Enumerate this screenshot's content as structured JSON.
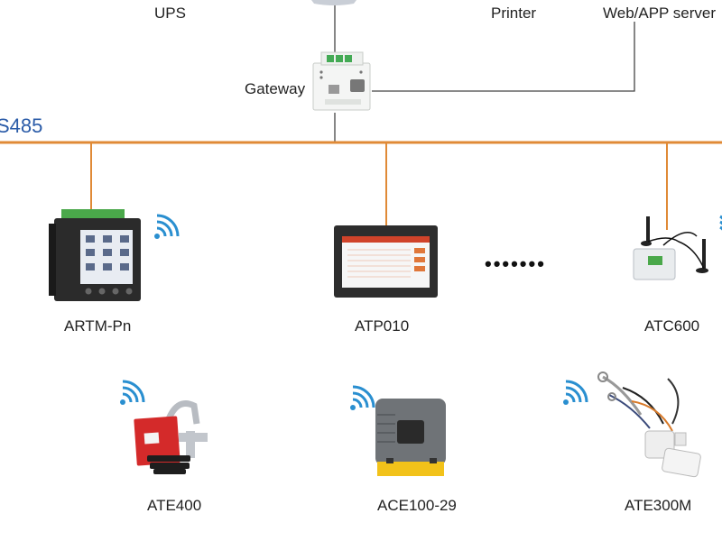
{
  "top": {
    "ups": "UPS",
    "printer": "Printer",
    "server": "Web/APP server",
    "gateway": "Gateway"
  },
  "bus": {
    "label": "S485",
    "color": "#e08a36"
  },
  "devices": {
    "artm": "ARTM-Pn",
    "atp": "ATP010",
    "atc": "ATC600",
    "ate400": "ATE400",
    "ace": "ACE100-29",
    "ate300": "ATE300M"
  },
  "continuation": "•••••••",
  "colors": {
    "bus_line": "#e08a36",
    "wifi": "#2a8fd0",
    "bus_label": "#2a5ba8"
  },
  "icons": [
    "wifi-icon",
    "gateway-icon",
    "hmi-screen-icon",
    "meter-icon",
    "antenna-icon",
    "clamp-sensor-icon",
    "ct-sensor-icon",
    "cable-sensor-icon"
  ]
}
